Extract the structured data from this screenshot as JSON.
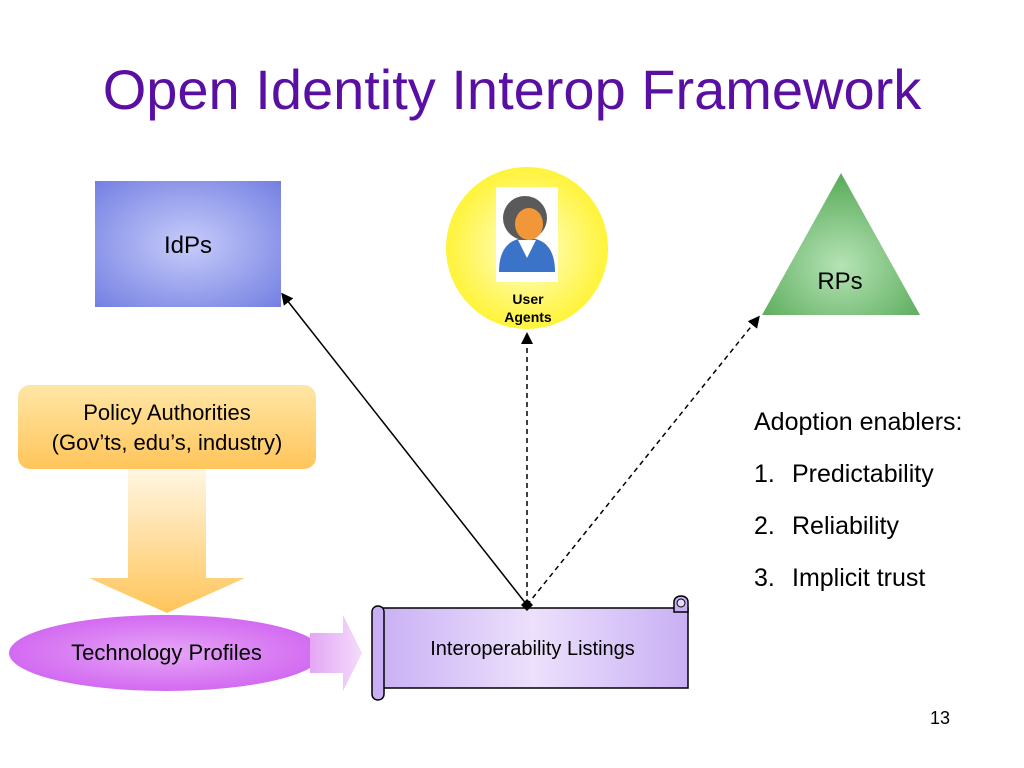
{
  "slide": {
    "title": "Open Identity Interop Framework",
    "page_number": "13"
  },
  "diagram": {
    "idps": "IdPs",
    "rps": "RPs",
    "user_agents": [
      "User",
      "Agents"
    ],
    "policy_authorities": [
      "Policy Authorities",
      "(Gov’ts, edu’s, industry)"
    ],
    "technology_profiles": "Technology Profiles",
    "interoperability_listings": "Interoperability Listings"
  },
  "enablers": {
    "heading": "Adoption enablers:",
    "items": [
      {
        "num": "1.",
        "text": "Predictability"
      },
      {
        "num": "2.",
        "text": "Reliability"
      },
      {
        "num": "3.",
        "text": "Implicit trust"
      }
    ]
  },
  "colors": {
    "title": "#5a0fa3",
    "idps_fill": "#7b86e6",
    "rps_fill": "#6cb86c",
    "user_agents_circle": "#fff94d",
    "policy_fill": "#ffd37a",
    "tech_profiles_fill": "#d873f0",
    "listing_fill": "#d6c2f7"
  }
}
